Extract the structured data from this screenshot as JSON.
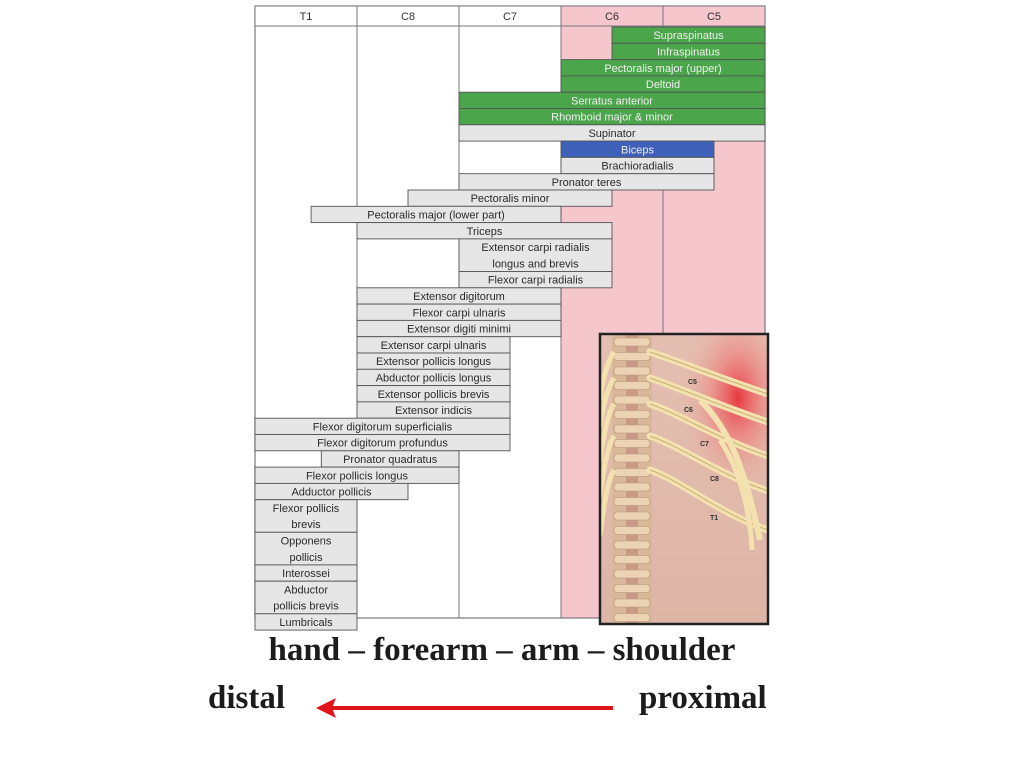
{
  "columns": [
    "T1",
    "C8",
    "C7",
    "C6",
    "C5"
  ],
  "colors": {
    "gray": "#e6e6e6",
    "green": "#4ba64b",
    "blue": "#3f60b8",
    "pink": "#f5c6cc",
    "border": "#777777"
  },
  "muscles": [
    {
      "label": "Supraspinatus",
      "c0": 3.5,
      "c1": 5,
      "color": "green"
    },
    {
      "label": "Infraspinatus",
      "c0": 3.5,
      "c1": 5,
      "color": "green"
    },
    {
      "label": "Pectoralis major (upper)",
      "c0": 3,
      "c1": 5,
      "color": "green"
    },
    {
      "label": "Deltoid",
      "c0": 3,
      "c1": 5,
      "color": "green"
    },
    {
      "label": "Serratus anterior",
      "c0": 2,
      "c1": 5,
      "color": "green"
    },
    {
      "label": "Rhomboid major & minor",
      "c0": 2,
      "c1": 5,
      "color": "green"
    },
    {
      "label": "Supinator",
      "c0": 2,
      "c1": 5,
      "color": "gray"
    },
    {
      "label": "Biceps",
      "c0": 3,
      "c1": 4.5,
      "color": "blue"
    },
    {
      "label": "Brachioradialis",
      "c0": 3,
      "c1": 4.5,
      "color": "gray"
    },
    {
      "label": "Pronator teres",
      "c0": 2,
      "c1": 4.5,
      "color": "gray"
    },
    {
      "label": "Pectoralis minor",
      "c0": 1.5,
      "c1": 3.5,
      "color": "gray"
    },
    {
      "label": "Pectoralis major (lower part)",
      "c0": 0.55,
      "c1": 3,
      "color": "gray"
    },
    {
      "label": "Triceps",
      "c0": 1,
      "c1": 3.5,
      "color": "gray"
    },
    {
      "label": "Extensor carpi radialis|longus and brevis",
      "c0": 2,
      "c1": 3.5,
      "color": "gray",
      "rows": 2
    },
    {
      "label": "Flexor carpi radialis",
      "c0": 2,
      "c1": 3.5,
      "color": "gray"
    },
    {
      "label": "Extensor digitorum",
      "c0": 1,
      "c1": 3,
      "color": "gray"
    },
    {
      "label": "Flexor carpi ulnaris",
      "c0": 1,
      "c1": 3,
      "color": "gray"
    },
    {
      "label": "Extensor digiti minimi",
      "c0": 1,
      "c1": 3,
      "color": "gray"
    },
    {
      "label": "Extensor carpi ulnaris",
      "c0": 1,
      "c1": 2.5,
      "color": "gray"
    },
    {
      "label": "Extensor pollicis longus",
      "c0": 1,
      "c1": 2.5,
      "color": "gray"
    },
    {
      "label": "Abductor pollicis longus",
      "c0": 1,
      "c1": 2.5,
      "color": "gray"
    },
    {
      "label": "Extensor pollicis brevis",
      "c0": 1,
      "c1": 2.5,
      "color": "gray"
    },
    {
      "label": "Extensor indicis",
      "c0": 1,
      "c1": 2.5,
      "color": "gray"
    },
    {
      "label": "Flexor digitorum superficialis",
      "c0": 0,
      "c1": 2.5,
      "color": "gray"
    },
    {
      "label": "Flexor digitorum profundus",
      "c0": 0,
      "c1": 2.5,
      "color": "gray"
    },
    {
      "label": "Pronator quadratus",
      "c0": 0.65,
      "c1": 2,
      "color": "gray"
    },
    {
      "label": "Flexor pollicis longus",
      "c0": 0,
      "c1": 2,
      "color": "gray"
    },
    {
      "label": "Adductor pollicis",
      "c0": 0,
      "c1": 1.5,
      "color": "gray"
    },
    {
      "label": "Flexor pollicis|brevis",
      "c0": 0,
      "c1": 1,
      "color": "gray",
      "rows": 2
    },
    {
      "label": "Opponens|pollicis",
      "c0": 0,
      "c1": 1,
      "color": "gray",
      "rows": 2
    },
    {
      "label": "Interossei",
      "c0": 0,
      "c1": 1,
      "color": "gray"
    },
    {
      "label": "Abductor|pollicis brevis",
      "c0": 0,
      "c1": 1,
      "color": "gray",
      "rows": 2
    },
    {
      "label": "Lumbricals",
      "c0": 0,
      "c1": 1,
      "color": "gray"
    }
  ],
  "illustration": {
    "nerve_labels": [
      "C5",
      "C6",
      "C7",
      "C8",
      "T1"
    ]
  },
  "caption": {
    "line1": "hand – forearm – arm – shoulder",
    "left": "distal",
    "right": "proximal"
  }
}
